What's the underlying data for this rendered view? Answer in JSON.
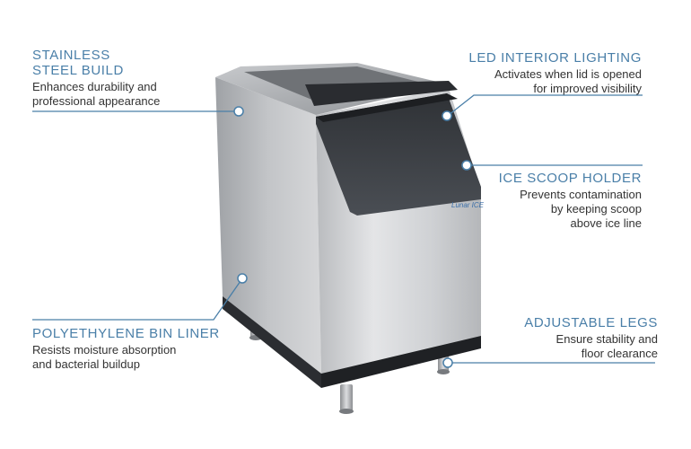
{
  "colors": {
    "accent": "#4a7fa8",
    "text": "#333333",
    "steel_light": "#d9dadc",
    "steel_dark": "#a7a9ac",
    "panel_dark": "#3a3d42"
  },
  "brand": {
    "logo_text": "Lunar ICE"
  },
  "callouts": {
    "steel": {
      "title": "STAINLESS\nSTEEL BUILD",
      "desc": "Enhances durability and\nprofessional appearance"
    },
    "led": {
      "title": "LED INTERIOR LIGHTING",
      "desc": "Activates when lid is opened\nfor improved visibility"
    },
    "scoop": {
      "title": "ICE SCOOP HOLDER",
      "desc": "Prevents contamination\nby keeping scoop\nabove ice line"
    },
    "liner": {
      "title": "POLYETHYLENE BIN LINER",
      "desc": "Resists moisture absorption\nand bacterial buildup"
    },
    "legs": {
      "title": "ADJUSTABLE LEGS",
      "desc": "Ensure stability and\nfloor clearance"
    }
  }
}
